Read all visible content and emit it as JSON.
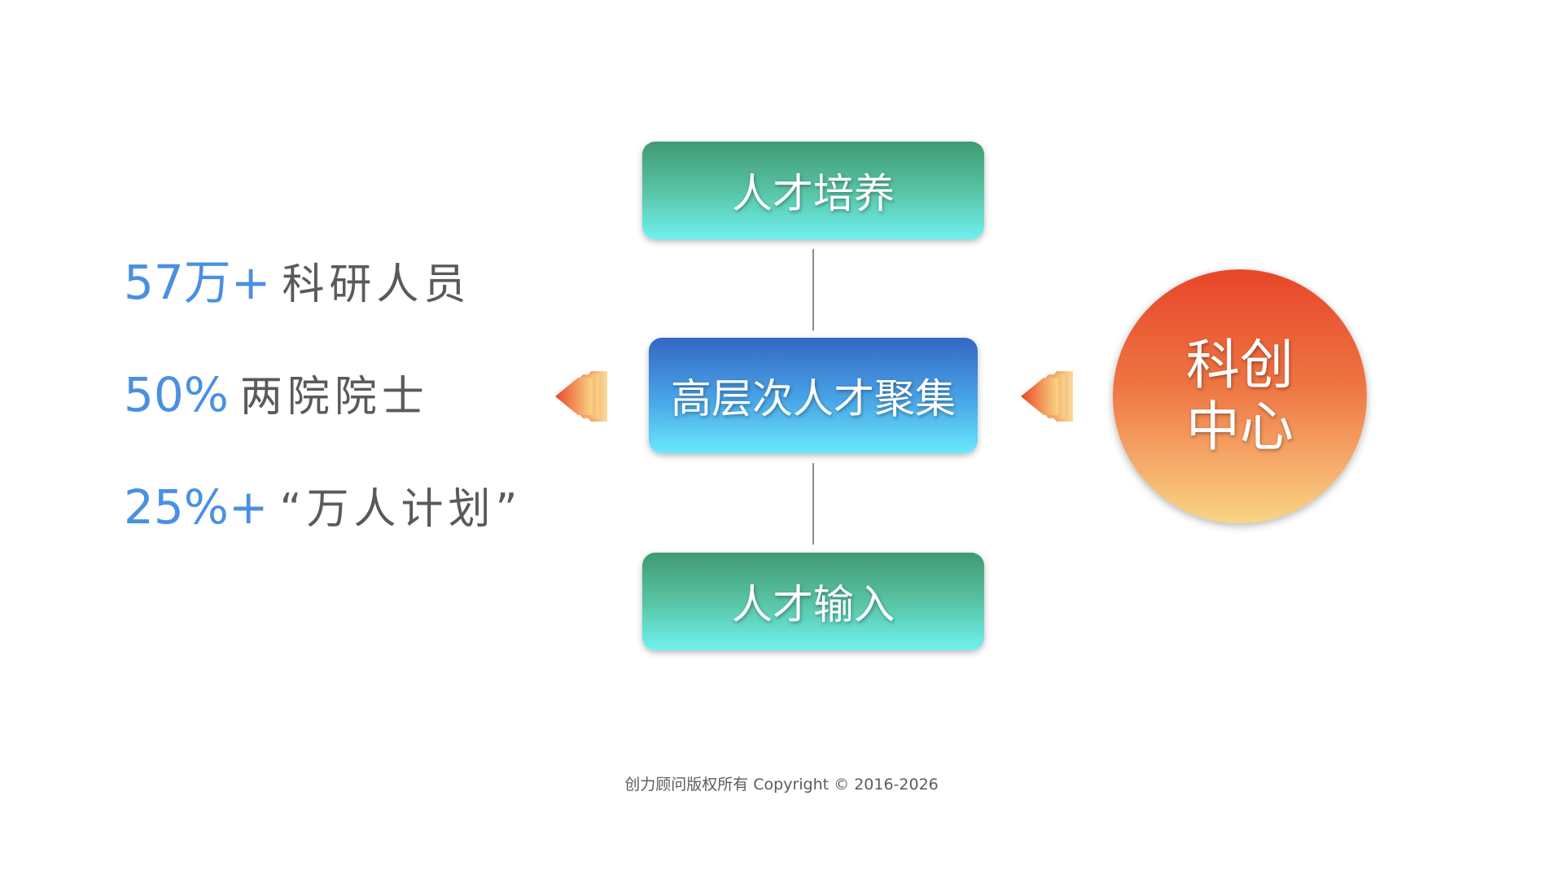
{
  "stats": [
    {
      "number": "57万+",
      "label": "科研人员"
    },
    {
      "number": "50%",
      "label": "两院院士"
    },
    {
      "number": "25%+",
      "label": "“万人计划”"
    }
  ],
  "flow": {
    "top": "人才培养",
    "middle": "高层次人才聚集",
    "bottom": "人才输入"
  },
  "center": {
    "line1": "科创",
    "line2": "中心"
  },
  "footer": "创力顾问版权所有 Copyright © 2016-2026",
  "colors": {
    "stat_number": "#4a90e2",
    "stat_label": "#5a5a5a",
    "green_box_top": "#3f9a72",
    "green_box_bottom": "#6ff1ef",
    "blue_box_top": "#3467c4",
    "blue_box_bottom": "#6ae8fb",
    "circle_top": "#e8462a",
    "circle_bottom": "#f9d585"
  },
  "icons": [
    "triple-chevron-left-icon",
    "triple-chevron-left-icon"
  ]
}
